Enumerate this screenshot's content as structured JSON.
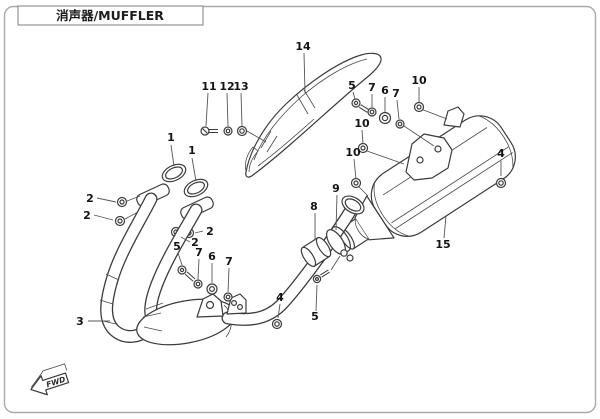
{
  "window": {
    "title": "消声器/MUFFLER"
  },
  "diagram": {
    "fwd_label": "FWD",
    "callouts": [
      {
        "label": "1"
      },
      {
        "label": "1"
      },
      {
        "label": "2"
      },
      {
        "label": "2"
      },
      {
        "label": "2"
      },
      {
        "label": "2"
      },
      {
        "label": "3"
      },
      {
        "label": "4"
      },
      {
        "label": "4"
      },
      {
        "label": "5"
      },
      {
        "label": "5"
      },
      {
        "label": "5"
      },
      {
        "label": "6"
      },
      {
        "label": "6"
      },
      {
        "label": "7"
      },
      {
        "label": "7"
      },
      {
        "label": "7"
      },
      {
        "label": "7"
      },
      {
        "label": "8"
      },
      {
        "label": "9"
      },
      {
        "label": "10"
      },
      {
        "label": "10"
      },
      {
        "label": "10"
      },
      {
        "label": "11"
      },
      {
        "label": "12"
      },
      {
        "label": "13"
      },
      {
        "label": "14"
      },
      {
        "label": "15"
      }
    ]
  }
}
